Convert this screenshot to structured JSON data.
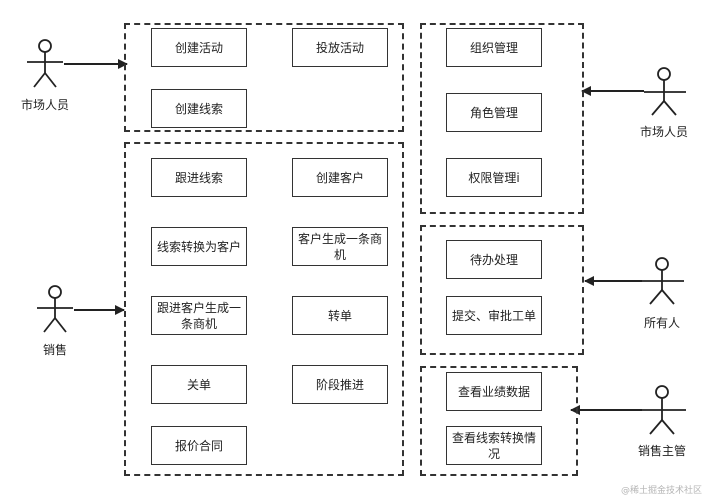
{
  "actors": {
    "market_left": "市场人员",
    "sales": "销售",
    "market_right": "市场人员",
    "everyone": "所有人",
    "sales_manager": "销售主管"
  },
  "groups": {
    "marketing": [
      "创建活动",
      "投放活动",
      "创建线索"
    ],
    "sales": [
      "跟进线索",
      "创建客户",
      "线索转换为客户",
      "客户生成一条商机",
      "跟进客户生成一条商机",
      "转单",
      "关单",
      "阶段推进",
      "报价合同"
    ],
    "admin": [
      "组织管理",
      "角色管理",
      "权限管理i"
    ],
    "common": [
      "待办处理",
      "提交、审批工单"
    ],
    "manager": [
      "查看业绩数据",
      "查看线索转换情况"
    ]
  },
  "watermark": "@稀土掘金技术社区"
}
